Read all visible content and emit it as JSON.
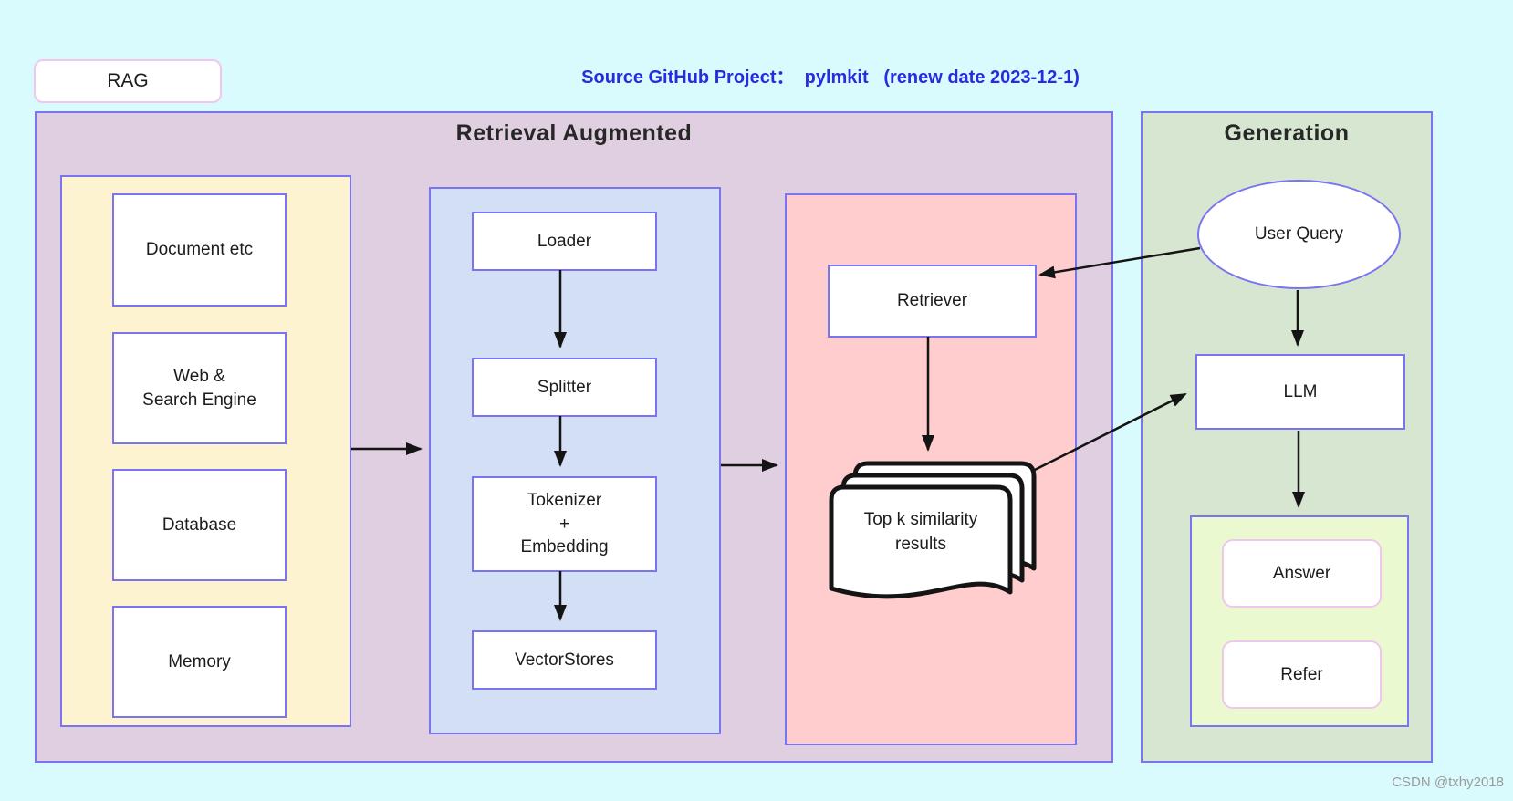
{
  "header": {
    "rag_tag": "RAG",
    "source_note": "Source GitHub Project：  pylmkit   (renew date 2023-12-1)"
  },
  "watermark": "CSDN @txhy2018",
  "colors": {
    "background": "#d9fbfd",
    "panel_border": "#7a74f0",
    "retrieval_fill": "#e0cfe0",
    "sources_fill": "#fdf3d0",
    "processing_fill": "#d3dff5",
    "store_fill": "#ffcdcd",
    "generation_fill": "#d6e6d1",
    "output_fill": "#eaf9d0",
    "note_blue": "#2a2adf",
    "soft_pink_border": "#f1c6ee",
    "arrow_black": "#141414"
  },
  "retrieval": {
    "title": "Retrieval Augmented",
    "sources": [
      "Document etc",
      "Web &\nSearch Engine",
      "Database",
      "Memory"
    ],
    "processing": [
      "Loader",
      "Splitter",
      "Tokenizer\n+\nEmbedding",
      "VectorStores"
    ],
    "retriever": "Retriever",
    "top_k": "Top k similarity\nresults"
  },
  "generation": {
    "title": "Generation",
    "user_query": "User Query",
    "llm": "LLM",
    "answer": "Answer",
    "refer": "Refer"
  }
}
